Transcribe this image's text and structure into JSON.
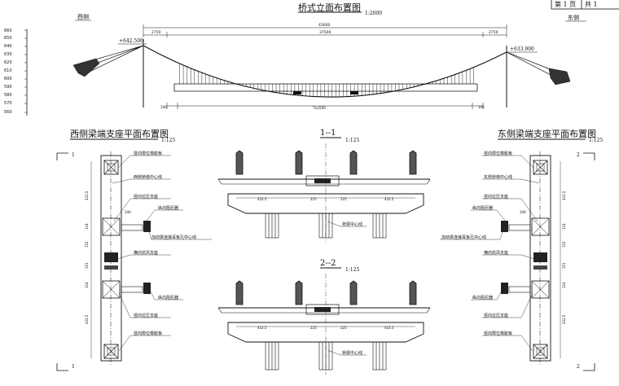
{
  "page_box": {
    "page": "第 1 页",
    "total": "共 1"
  },
  "elevation": {
    "title": "桥式立面布置图",
    "scale": "1:2000",
    "west_label": "西侧",
    "east_label": "东侧",
    "elev_west": "+642.500",
    "elev_east": "+633.900",
    "dim_total": "43000",
    "dim_left": "2750",
    "dim_mid": "37500",
    "dim_right": "2750",
    "dim_bottom_left": "340",
    "dim_bottom_mid": "7(x)500",
    "dim_bottom_right": "340",
    "ruler_ticks": [
      "660",
      "650",
      "640",
      "630",
      "620",
      "610",
      "600",
      "590",
      "580",
      "570",
      "560"
    ]
  },
  "west_plan": {
    "title": "西侧梁端支座平面布置图",
    "scale": "1:125",
    "mark_top": "1",
    "mark_bottom": "1",
    "labels": [
      "竖向限位橡胶板",
      "西侧桥墩中心线",
      "竖向拉压支座",
      "纵向阻尼器",
      "加劲梁连接耳板孔中心线",
      "横向抗风支座",
      "纵向阻尼器",
      "竖向拉压支座",
      "竖向限位橡胶板"
    ],
    "dims": [
      "432.5",
      "340",
      "124",
      "152",
      "151",
      "124",
      "432.5"
    ]
  },
  "east_plan": {
    "title": "东侧梁端支座平面布置图",
    "scale": "1:125",
    "mark_top": "2",
    "mark_bottom": "2",
    "labels": [
      "竖向限位橡胶板",
      "东侧桥墩中心线",
      "竖向拉压支座",
      "纵向阻尼器",
      "加劲梁连接耳板孔中心线",
      "横向抗风支座",
      "纵向阻尼器",
      "竖向拉压支座",
      "竖向限位橡胶板"
    ],
    "dims": [
      "432.5",
      "340",
      "124",
      "152",
      "151",
      "124",
      "432.5"
    ]
  },
  "section_1": {
    "title": "1--1",
    "scale": "1:125",
    "dims": [
      "432.5",
      "225",
      "225",
      "432.5"
    ],
    "center_label": "桥梁中心线"
  },
  "section_2": {
    "title": "2--2",
    "scale": "1:125",
    "dims": [
      "432.5",
      "225",
      "225",
      "432.5"
    ],
    "center_label": "桥梁中心线"
  }
}
